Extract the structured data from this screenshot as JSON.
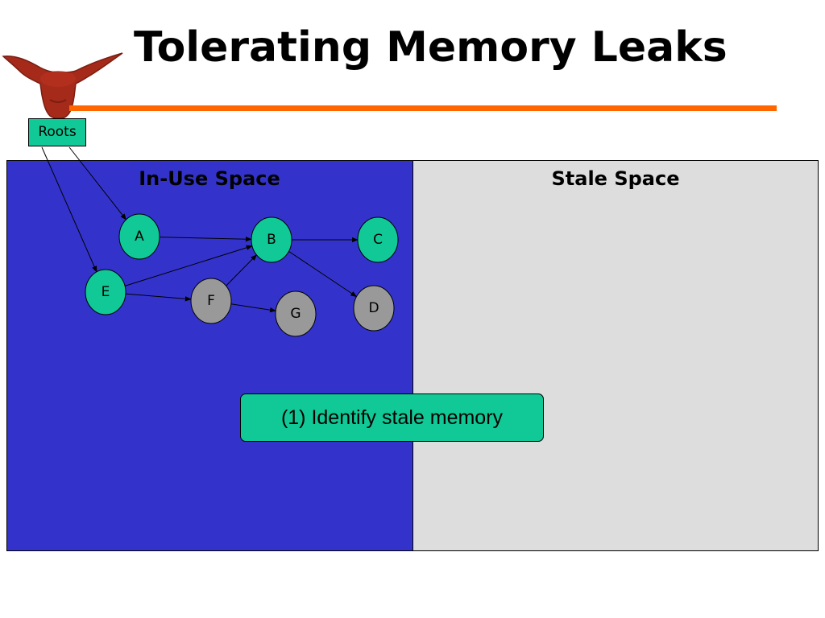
{
  "slide": {
    "title": "Tolerating Memory Leaks"
  },
  "roots_label": "Roots",
  "panels": {
    "in_use": "In-Use Space",
    "stale": "Stale Space"
  },
  "nodes": [
    {
      "id": "A",
      "label": "A",
      "state": "in-use"
    },
    {
      "id": "B",
      "label": "B",
      "state": "in-use"
    },
    {
      "id": "C",
      "label": "C",
      "state": "in-use"
    },
    {
      "id": "D",
      "label": "D",
      "state": "stale"
    },
    {
      "id": "E",
      "label": "E",
      "state": "in-use"
    },
    {
      "id": "F",
      "label": "F",
      "state": "stale"
    },
    {
      "id": "G",
      "label": "G",
      "state": "stale"
    }
  ],
  "edges": [
    [
      "Roots",
      "A"
    ],
    [
      "Roots",
      "E"
    ],
    [
      "A",
      "B"
    ],
    [
      "B",
      "C"
    ],
    [
      "B",
      "D"
    ],
    [
      "E",
      "B"
    ],
    [
      "E",
      "F"
    ],
    [
      "F",
      "B"
    ],
    [
      "F",
      "G"
    ]
  ],
  "callout": "(1) Identify stale memory",
  "colors": {
    "in_use_node": "#11c996",
    "stale_node": "#999999",
    "in_use_panel": "#3333cc",
    "stale_panel": "#dddddd",
    "rule": "#ff6600",
    "logo": "#a52a1a"
  }
}
